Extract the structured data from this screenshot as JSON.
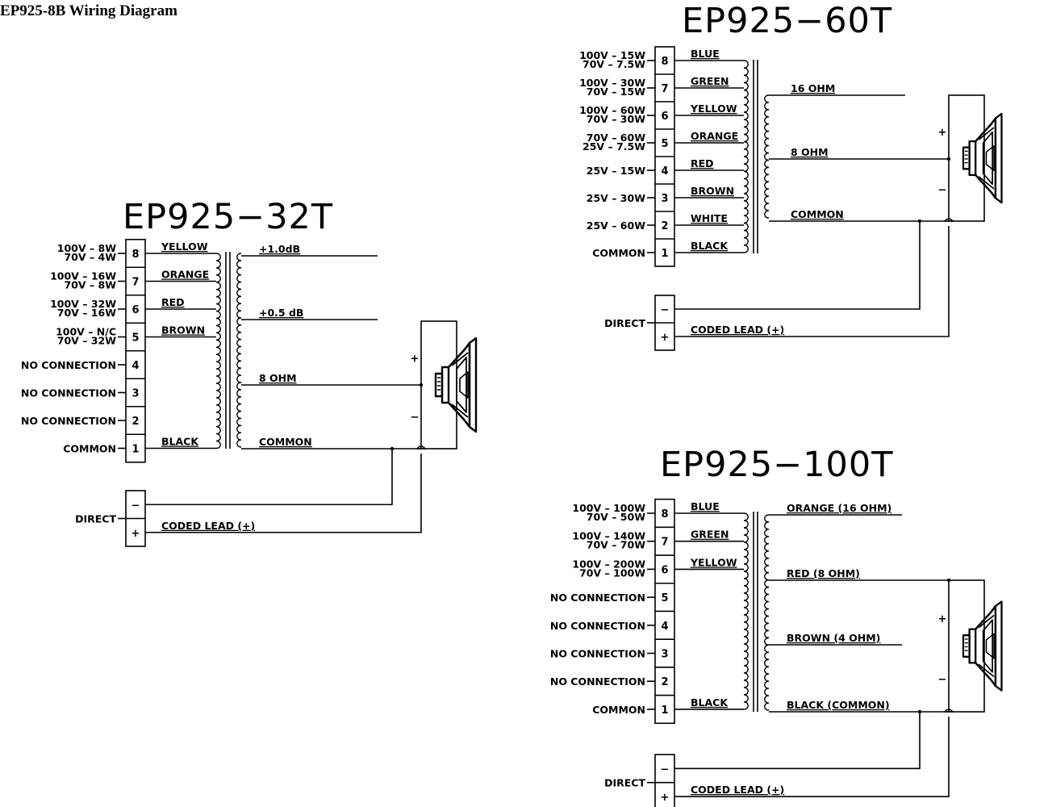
{
  "doc_title": "EP925-8B Wiring Diagram",
  "icons": [
    "speaker-icon",
    "transformer-icon",
    "terminal-block-icon"
  ],
  "d32": {
    "title": "EP925−32T",
    "taps": [
      {
        "pin": "8",
        "l1": "100V  –  8W",
        "l2": "70V  –  4W",
        "wire": "YELLOW"
      },
      {
        "pin": "7",
        "l1": "100V  –  16W",
        "l2": "70V  –  8W",
        "wire": "ORANGE"
      },
      {
        "pin": "6",
        "l1": "100V  –  32W",
        "l2": "70V  –  16W",
        "wire": "RED"
      },
      {
        "pin": "5",
        "l1": "100V  –  N/C",
        "l2": "70V  –  32W",
        "wire": "BROWN"
      },
      {
        "pin": "4",
        "l1": "NO CONNECTION",
        "l2": "",
        "wire": ""
      },
      {
        "pin": "3",
        "l1": "NO CONNECTION",
        "l2": "",
        "wire": ""
      },
      {
        "pin": "2",
        "l1": "NO CONNECTION",
        "l2": "",
        "wire": ""
      },
      {
        "pin": "1",
        "l1": "COMMON",
        "l2": "",
        "wire": "BLACK"
      }
    ],
    "secondary": [
      "+1.0dB",
      "+0.5  dB",
      "8  OHM",
      "COMMON"
    ],
    "direct": "DIRECT",
    "coded": "CODED  LEAD  (+)",
    "minus": "−",
    "plus": "+"
  },
  "d60": {
    "title": "EP925−60T",
    "taps": [
      {
        "pin": "8",
        "l1": "100V  –  15W",
        "l2": "70V  –  7.5W",
        "wire": "BLUE"
      },
      {
        "pin": "7",
        "l1": "100V  –  30W",
        "l2": "70V  –  15W",
        "wire": "GREEN"
      },
      {
        "pin": "6",
        "l1": "100V  –  60W",
        "l2": "70V  –  30W",
        "wire": "YELLOW"
      },
      {
        "pin": "5",
        "l1": "70V  –  60W",
        "l2": "25V  –  7.5W",
        "wire": "ORANGE"
      },
      {
        "pin": "4",
        "l1": "25V  –  15W",
        "l2": "",
        "wire": "RED"
      },
      {
        "pin": "3",
        "l1": "25V  –  30W",
        "l2": "",
        "wire": "BROWN"
      },
      {
        "pin": "2",
        "l1": "25V  –  60W",
        "l2": "",
        "wire": "WHITE"
      },
      {
        "pin": "1",
        "l1": "COMMON",
        "l2": "",
        "wire": "BLACK"
      }
    ],
    "secondary": [
      "16  OHM",
      "8  OHM",
      "COMMON"
    ],
    "direct": "DIRECT",
    "coded": "CODED  LEAD  (+)",
    "minus": "−",
    "plus": "+"
  },
  "d100": {
    "title": "EP925−100T",
    "taps": [
      {
        "pin": "8",
        "l1": "100V  –  100W",
        "l2": "70V  –  50W",
        "wire": "BLUE"
      },
      {
        "pin": "7",
        "l1": "100V  –  140W",
        "l2": "70V  –  70W",
        "wire": "GREEN"
      },
      {
        "pin": "6",
        "l1": "100V  –  200W",
        "l2": "70V  –  100W",
        "wire": "YELLOW"
      },
      {
        "pin": "5",
        "l1": "NO CONNECTION",
        "l2": "",
        "wire": ""
      },
      {
        "pin": "4",
        "l1": "NO CONNECTION",
        "l2": "",
        "wire": ""
      },
      {
        "pin": "3",
        "l1": "NO CONNECTION",
        "l2": "",
        "wire": ""
      },
      {
        "pin": "2",
        "l1": "NO CONNECTION",
        "l2": "",
        "wire": ""
      },
      {
        "pin": "1",
        "l1": "COMMON",
        "l2": "",
        "wire": "BLACK"
      }
    ],
    "secondary": [
      "ORANGE  (16  OHM)",
      "RED  (8  OHM)",
      "BROWN  (4  OHM)",
      "BLACK  (COMMON)"
    ],
    "direct": "DIRECT",
    "coded": "CODED  LEAD  (+)",
    "minus": "−",
    "plus": "+"
  }
}
